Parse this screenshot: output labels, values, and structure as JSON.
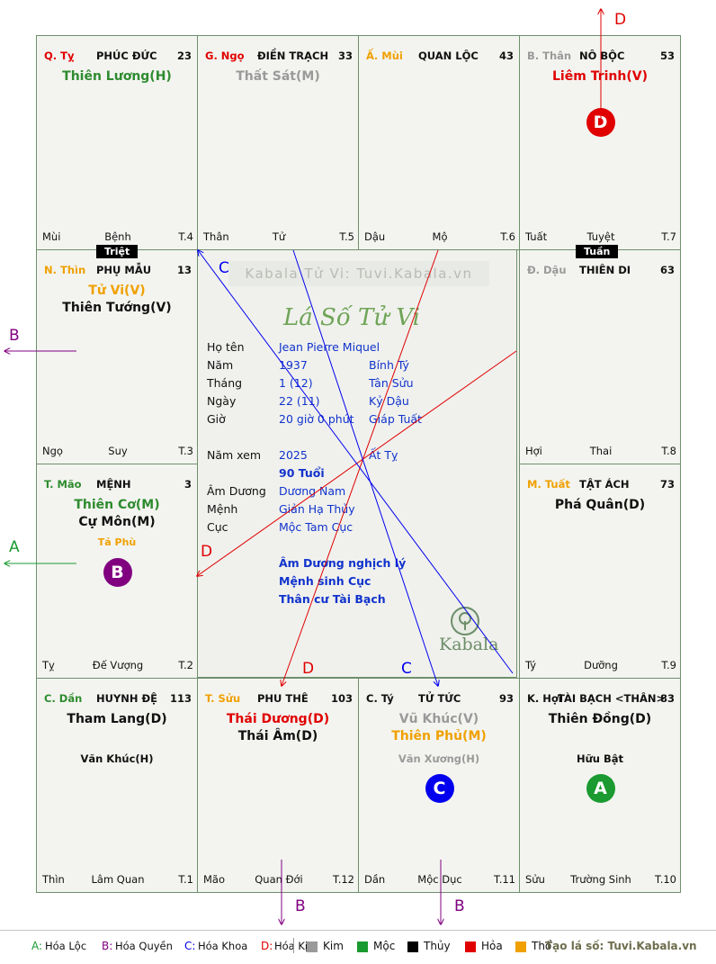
{
  "cells": [
    {
      "id": "ty-top",
      "x": 0,
      "y": 0,
      "stem": "Q. Tỵ",
      "stem_color": "#e00000",
      "name": "PHÚC ĐỨC",
      "age": "23",
      "stars": [
        {
          "t": "Thiên Lương(H)",
          "c": "#2e8b2e"
        }
      ],
      "minor": [],
      "foot_b": "Mùi",
      "foot_t": "Bệnh",
      "foot_n": "T.4"
    },
    {
      "id": "ngo",
      "x": 1,
      "y": 0,
      "stem": "G. Ngọ",
      "stem_color": "#e00000",
      "name": "ĐIỀN TRẠCH",
      "age": "33",
      "stars": [
        {
          "t": "Thất Sát(M)",
          "c": "#9a9a9a"
        }
      ],
      "minor": [],
      "foot_b": "Thân",
      "foot_t": "Tử",
      "foot_n": "T.5"
    },
    {
      "id": "mui",
      "x": 2,
      "y": 0,
      "stem": "Ấ. Mùi",
      "stem_color": "#f0a000",
      "name": "QUAN LỘC",
      "age": "43",
      "stars": [],
      "minor": [],
      "foot_b": "Dậu",
      "foot_t": "Mộ",
      "foot_n": "T.6"
    },
    {
      "id": "than",
      "x": 3,
      "y": 0,
      "stem": "B. Thân",
      "stem_color": "#9a9a9a",
      "name": "NÔ BỘC",
      "age": "53",
      "stars": [
        {
          "t": "Liêm Trinh(V)",
          "c": "#e00000"
        }
      ],
      "minor": [],
      "foot_b": "Tuất",
      "foot_t": "Tuyệt",
      "foot_n": "T.7",
      "circle": {
        "t": "D",
        "c": "#e00000"
      }
    },
    {
      "id": "thin",
      "x": 0,
      "y": 1,
      "stem": "N. Thìn",
      "stem_color": "#f0a000",
      "name": "PHỤ MẪU",
      "age": "13",
      "stars": [
        {
          "t": "Tử Vi(V)",
          "c": "#f0a000"
        },
        {
          "t": "Thiên Tướng(V)",
          "c": "#111111"
        }
      ],
      "minor": [],
      "foot_b": "Ngọ",
      "foot_t": "Suy",
      "foot_n": "T.3"
    },
    {
      "id": "dau",
      "x": 3,
      "y": 1,
      "stem": "Đ. Dậu",
      "stem_color": "#9a9a9a",
      "name": "THIÊN DI",
      "age": "63",
      "stars": [],
      "minor": [],
      "foot_b": "Hợi",
      "foot_t": "Thai",
      "foot_n": "T.8"
    },
    {
      "id": "mao",
      "x": 0,
      "y": 2,
      "stem": "T. Mão",
      "stem_color": "#2e8b2e",
      "name": "MỆNH",
      "age": "3",
      "stars": [
        {
          "t": "Thiên Cơ(M)",
          "c": "#2e8b2e"
        },
        {
          "t": "Cự Môn(M)",
          "c": "#111111"
        }
      ],
      "minor": [
        {
          "t": "Tả Phù",
          "c": "#f0a000",
          "small": true
        }
      ],
      "foot_b": "Tỵ",
      "foot_t": "Đế Vượng",
      "foot_n": "T.2",
      "circle": {
        "t": "B",
        "c": "#800080"
      }
    },
    {
      "id": "tuat",
      "x": 3,
      "y": 2,
      "stem": "M. Tuất",
      "stem_color": "#f0a000",
      "name": "TẬT ÁCH",
      "age": "73",
      "stars": [
        {
          "t": "Phá Quân(D)",
          "c": "#111111"
        }
      ],
      "minor": [],
      "foot_b": "Tý",
      "foot_t": "Dưỡng",
      "foot_n": "T.9"
    },
    {
      "id": "dan",
      "x": 0,
      "y": 3,
      "stem": "C. Dần",
      "stem_color": "#2e8b2e",
      "name": "HUYNH ĐỆ",
      "age": "113",
      "stars": [
        {
          "t": "Tham Lang(D)",
          "c": "#111111"
        }
      ],
      "minor": [
        {
          "t": "Văn Khúc(H)",
          "c": "#111111"
        }
      ],
      "foot_b": "Thìn",
      "foot_t": "Lâm Quan",
      "foot_n": "T.1"
    },
    {
      "id": "suu",
      "x": 1,
      "y": 3,
      "stem": "T. Sửu",
      "stem_color": "#f0a000",
      "name": "PHU THÊ",
      "age": "103",
      "stars": [
        {
          "t": "Thái Dương(D)",
          "c": "#e00000"
        },
        {
          "t": "Thái Âm(D)",
          "c": "#111111"
        }
      ],
      "minor": [],
      "foot_b": "Mão",
      "foot_t": "Quan Đới",
      "foot_n": "T.12"
    },
    {
      "id": "ty-bot",
      "x": 2,
      "y": 3,
      "stem": "C. Tý",
      "stem_color": "#111111",
      "name": "TỬ TỨC",
      "age": "93",
      "stars": [
        {
          "t": "Vũ Khúc(V)",
          "c": "#9a9a9a"
        },
        {
          "t": "Thiên Phủ(M)",
          "c": "#f0a000"
        }
      ],
      "minor": [
        {
          "t": "Văn Xương(H)",
          "c": "#9a9a9a"
        }
      ],
      "foot_b": "Dần",
      "foot_t": "Mộc Dục",
      "foot_n": "T.11",
      "circle": {
        "t": "C",
        "c": "#0000ee"
      }
    },
    {
      "id": "hoi",
      "x": 3,
      "y": 3,
      "stem": "K. Hợi",
      "stem_color": "#111111",
      "name": "TÀI BẠCH <THÂN>",
      "age": "83",
      "stars": [
        {
          "t": "Thiên Đồng(D)",
          "c": "#111111"
        }
      ],
      "minor": [
        {
          "t": "Hữu Bật",
          "c": "#111111"
        }
      ],
      "foot_b": "Sửu",
      "foot_t": "Trường Sinh",
      "foot_n": "T.10",
      "circle": {
        "t": "A",
        "c": "#1a9a30"
      }
    }
  ],
  "tags": {
    "triet": "Triệt",
    "tuan": "Tuần"
  },
  "center": {
    "watermark": "Kabala Tử Vi: Tuvi.Kabala.vn",
    "logo": "Lá Số Tử Vi",
    "brand": "Kabala",
    "rows": [
      {
        "label": "Họ tên",
        "v1": "Jean Pierre Miquel",
        "v2": ""
      },
      {
        "label": "Năm",
        "v1": "1937",
        "v2": "Bính Tý"
      },
      {
        "label": "Tháng",
        "v1": "1  (12)",
        "v2": "Tân Sửu"
      },
      {
        "label": "Ngày",
        "v1": "22  (11)",
        "v2": "Kỷ Dậu"
      },
      {
        "label": "Giờ",
        "v1": "20 giờ 0 phút",
        "v2": "Giáp Tuất"
      },
      {
        "label": "Năm xem",
        "v1": "2025",
        "v2": "Ất Tỵ"
      },
      {
        "label": "",
        "v1": "90 Tuổi",
        "v2": ""
      },
      {
        "label": "Âm Dương",
        "v1": "Dương Nam",
        "v2": ""
      },
      {
        "label": "Mệnh",
        "v1": "Giản Hạ Thủy",
        "v2": ""
      },
      {
        "label": "Cục",
        "v1": "Mộc Tam Cục",
        "v2": ""
      }
    ],
    "notes": [
      "Âm Dương nghịch lý",
      "Mệnh sinh Cục",
      "Thân cư Tài Bạch"
    ]
  },
  "arrow_labels": {
    "A": "A",
    "B": "B",
    "C": "C",
    "D": "D"
  },
  "legend": {
    "transforms": [
      {
        "k": "A",
        "t": "Hóa Lộc",
        "c": "#1a9a30"
      },
      {
        "k": "B",
        "t": "Hóa Quyền",
        "c": "#800080"
      },
      {
        "k": "C",
        "t": "Hóa Khoa",
        "c": "#0000ee"
      },
      {
        "k": "D",
        "t": "Hóa Kị",
        "c": "#e00000"
      }
    ],
    "elements": [
      {
        "t": "Kim",
        "c": "#9a9a9a"
      },
      {
        "t": "Mộc",
        "c": "#1a9a30"
      },
      {
        "t": "Thủy",
        "c": "#000000"
      },
      {
        "t": "Hỏa",
        "c": "#e00000"
      },
      {
        "t": "Thổ",
        "c": "#f0a000"
      }
    ],
    "site": "Tạo lá số: Tuvi.Kabala.vn"
  }
}
